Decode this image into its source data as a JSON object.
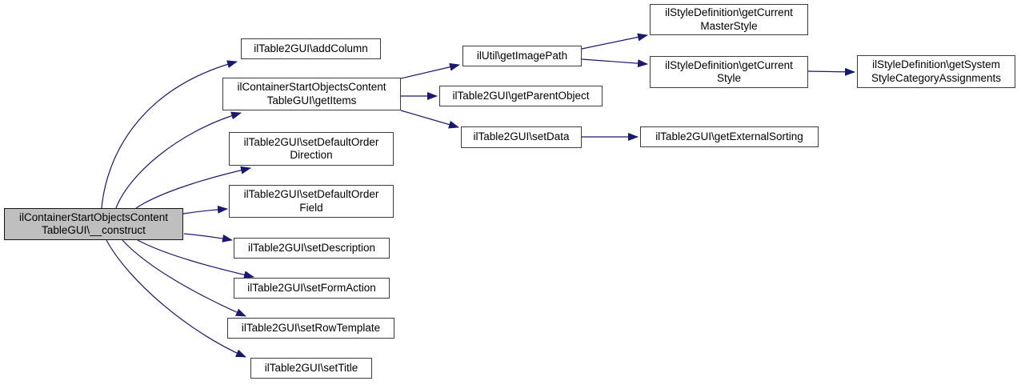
{
  "diagram": {
    "kind": "doxygen-call-graph",
    "direction": "left-to-right",
    "root_function": "ilContainerStartObjectsContentTableGUI\\__construct"
  },
  "colors": {
    "edge": "#191970",
    "node_border": "#3c3c3c",
    "node_fill": "#ffffff",
    "highlight_fill": "#bfbfbf",
    "highlight_border": "#141414",
    "text": "#000000"
  },
  "nodes": [
    {
      "id": "construct",
      "label": "ilContainerStartObjectsContent\nTableGUI\\__construct",
      "highlighted": true
    },
    {
      "id": "add-column",
      "label": "ilTable2GUI\\addColumn",
      "highlighted": false
    },
    {
      "id": "get-items",
      "label": "ilContainerStartObjectsContent\nTableGUI\\getItems",
      "highlighted": false
    },
    {
      "id": "set-default-order-direction",
      "label": "ilTable2GUI\\setDefaultOrder\nDirection",
      "highlighted": false
    },
    {
      "id": "set-default-order-field",
      "label": "ilTable2GUI\\setDefaultOrder\nField",
      "highlighted": false
    },
    {
      "id": "set-description",
      "label": "ilTable2GUI\\setDescription",
      "highlighted": false
    },
    {
      "id": "set-form-action",
      "label": "ilTable2GUI\\setFormAction",
      "highlighted": false
    },
    {
      "id": "set-row-template",
      "label": "ilTable2GUI\\setRowTemplate",
      "highlighted": false
    },
    {
      "id": "set-title",
      "label": "ilTable2GUI\\setTitle",
      "highlighted": false
    },
    {
      "id": "get-image-path",
      "label": "ilUtil\\getImagePath",
      "highlighted": false
    },
    {
      "id": "get-parent-object",
      "label": "ilTable2GUI\\getParentObject",
      "highlighted": false
    },
    {
      "id": "set-data",
      "label": "ilTable2GUI\\setData",
      "highlighted": false
    },
    {
      "id": "get-current-master-style",
      "label": "ilStyleDefinition\\getCurrent\nMasterStyle",
      "highlighted": false
    },
    {
      "id": "get-current-style",
      "label": "ilStyleDefinition\\getCurrent\nStyle",
      "highlighted": false
    },
    {
      "id": "get-external-sorting",
      "label": "ilTable2GUI\\getExternalSorting",
      "highlighted": false
    },
    {
      "id": "get-system-style-category-assignments",
      "label": "ilStyleDefinition\\getSystem\nStyleCategoryAssignments",
      "highlighted": false
    }
  ],
  "edges": [
    {
      "from": "construct",
      "to": "add-column"
    },
    {
      "from": "construct",
      "to": "get-items"
    },
    {
      "from": "construct",
      "to": "set-default-order-direction"
    },
    {
      "from": "construct",
      "to": "set-default-order-field"
    },
    {
      "from": "construct",
      "to": "set-description"
    },
    {
      "from": "construct",
      "to": "set-form-action"
    },
    {
      "from": "construct",
      "to": "set-row-template"
    },
    {
      "from": "construct",
      "to": "set-title"
    },
    {
      "from": "get-items",
      "to": "get-image-path"
    },
    {
      "from": "get-items",
      "to": "get-parent-object"
    },
    {
      "from": "get-items",
      "to": "set-data"
    },
    {
      "from": "get-image-path",
      "to": "get-current-master-style"
    },
    {
      "from": "get-image-path",
      "to": "get-current-style"
    },
    {
      "from": "get-current-style",
      "to": "get-system-style-category-assignments"
    },
    {
      "from": "set-data",
      "to": "get-external-sorting"
    }
  ]
}
